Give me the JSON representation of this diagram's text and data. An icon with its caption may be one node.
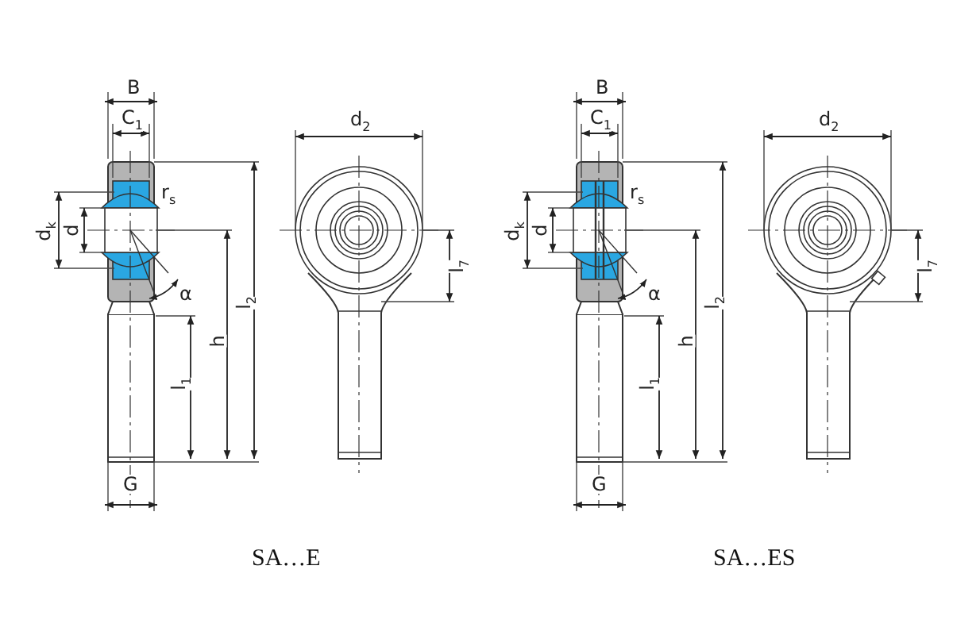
{
  "diagram": {
    "labels": [
      "B",
      "C$_{1}$",
      "r$_{s}$",
      "d$_{k}$",
      "d",
      "α",
      "h",
      "l$_{2}$",
      "l$_{1}$",
      "G",
      "d$_{2}$",
      "l$_{7}$",
      "SA…E",
      "B",
      "C$_{1}$",
      "r$_{s}$",
      "d$_{k}$",
      "d",
      "α",
      "h",
      "l$_{2}$",
      "l$_{1}$",
      "G",
      "d$_{2}$",
      "l$_{7}$",
      "SA…ES"
    ]
  }
}
